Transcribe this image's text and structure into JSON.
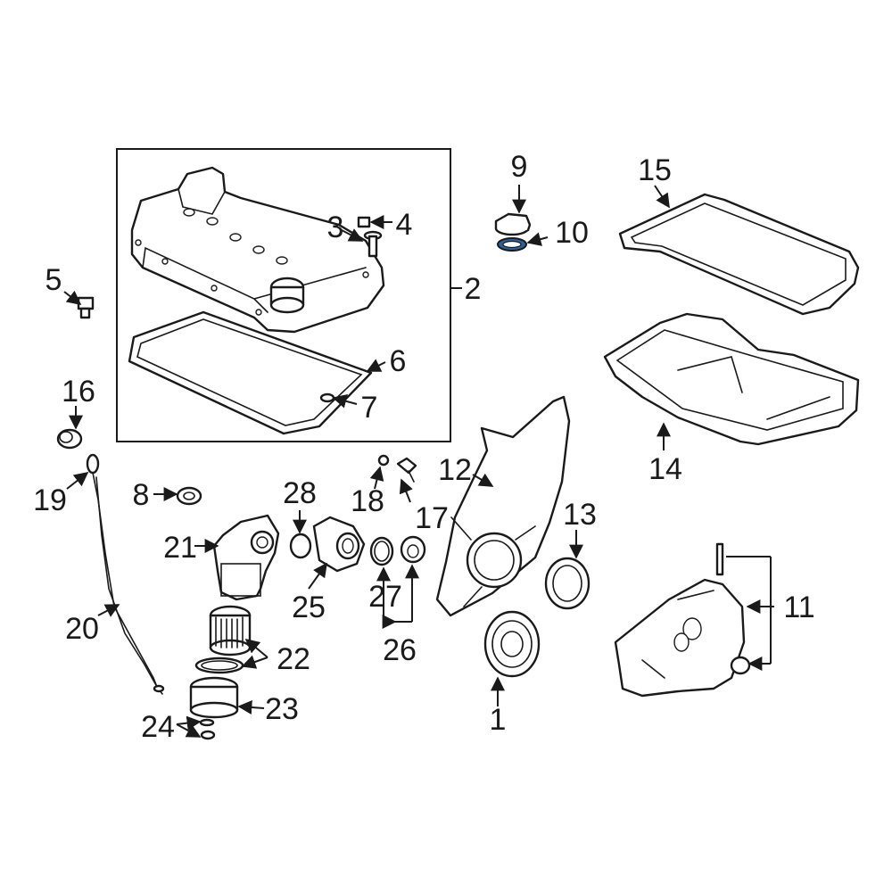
{
  "diagram": {
    "highlight_color": "#2e5f99",
    "line_color": "#1a1a1a",
    "callouts": {
      "c1": "1",
      "c2": "2",
      "c3": "3",
      "c4": "4",
      "c5": "5",
      "c6": "6",
      "c7": "7",
      "c8": "8",
      "c9": "9",
      "c10": "10",
      "c11": "11",
      "c12": "12",
      "c13": "13",
      "c14": "14",
      "c15": "15",
      "c16": "16",
      "c17": "17",
      "c18": "18",
      "c19": "19",
      "c20": "20",
      "c21": "21",
      "c22": "22",
      "c23": "23",
      "c24": "24",
      "c25": "25",
      "c26": "26",
      "c27": "27",
      "c28": "28"
    }
  }
}
